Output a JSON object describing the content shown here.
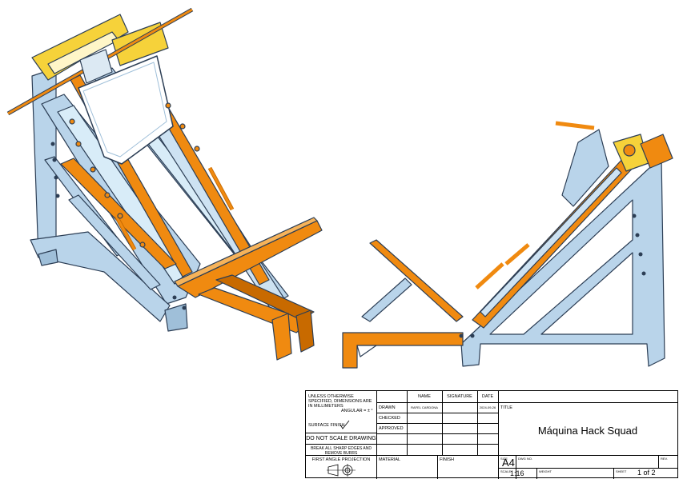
{
  "drawing": {
    "views": [
      "isometric-view",
      "side-view"
    ],
    "colors": {
      "frame": "#b9d4ea",
      "frame_edge": "#2c3e55",
      "accent": "#f08a10",
      "accent_dark": "#c86a00",
      "pad": "#d8ecf8",
      "yellow": "#f6d23a"
    }
  },
  "title_block": {
    "general_note": "UNLESS OTHERWISE SPECIFIED, DIMENSIONS ARE IN MILLIMETERS",
    "angular": "ANGULAR = ± °",
    "surface_finish": "SURFACE FINISH",
    "do_not_scale": "DO NOT SCALE DRAWING",
    "break_edges": "BREAK ALL SHARP EDGES AND REMOVE BURRS",
    "projection": "FIRST ANGLE PROJECTION",
    "col_name": "NAME",
    "col_signature": "SIGNATURE",
    "col_date": "DATE",
    "row_drawn": "DRAWN",
    "row_checked": "CHECKED",
    "row_approved": "APPROVED",
    "drawn_name": "RAFEL CARDONA",
    "drawn_date": "2024-09-26",
    "material_label": "MATERIAL",
    "finish_label": "FINISH",
    "title_label": "TITLE",
    "title": "Máquina Hack Squad",
    "size_label": "SIZE",
    "size": "A4",
    "dwg_label": "DWG NO.",
    "rev_label": "REV.",
    "scale_label": "SCALE",
    "scale": "1:16",
    "weight_label": "WEIGHT",
    "sheet_label": "SHEET",
    "sheet": "1 of 2"
  }
}
